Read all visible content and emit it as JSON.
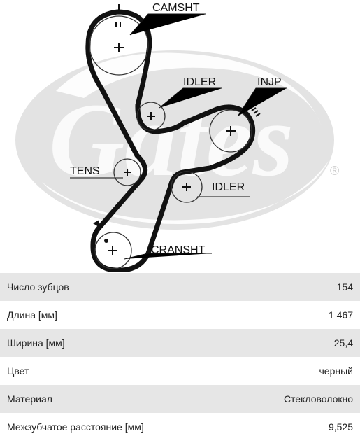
{
  "diagram": {
    "labels": {
      "camshaft": "CAMSHT",
      "idler_top": "IDLER",
      "injp": "INJP",
      "tens": "TENS",
      "idler_bottom": "IDLER",
      "crankshaft": "CRANSHT"
    },
    "brand_mark": "®",
    "colors": {
      "belt": "#111111",
      "logo": "#e3e3e3"
    }
  },
  "specs": [
    {
      "label": "Число зубцов",
      "value": "154"
    },
    {
      "label": "Длина [мм]",
      "value": "1 467"
    },
    {
      "label": "Ширина [мм]",
      "value": "25,4"
    },
    {
      "label": "Цвет",
      "value": "черный"
    },
    {
      "label": "Материал",
      "value": "Стекловолокно"
    },
    {
      "label": "Межзубчатое расстояние [мм]",
      "value": "9,525"
    }
  ]
}
